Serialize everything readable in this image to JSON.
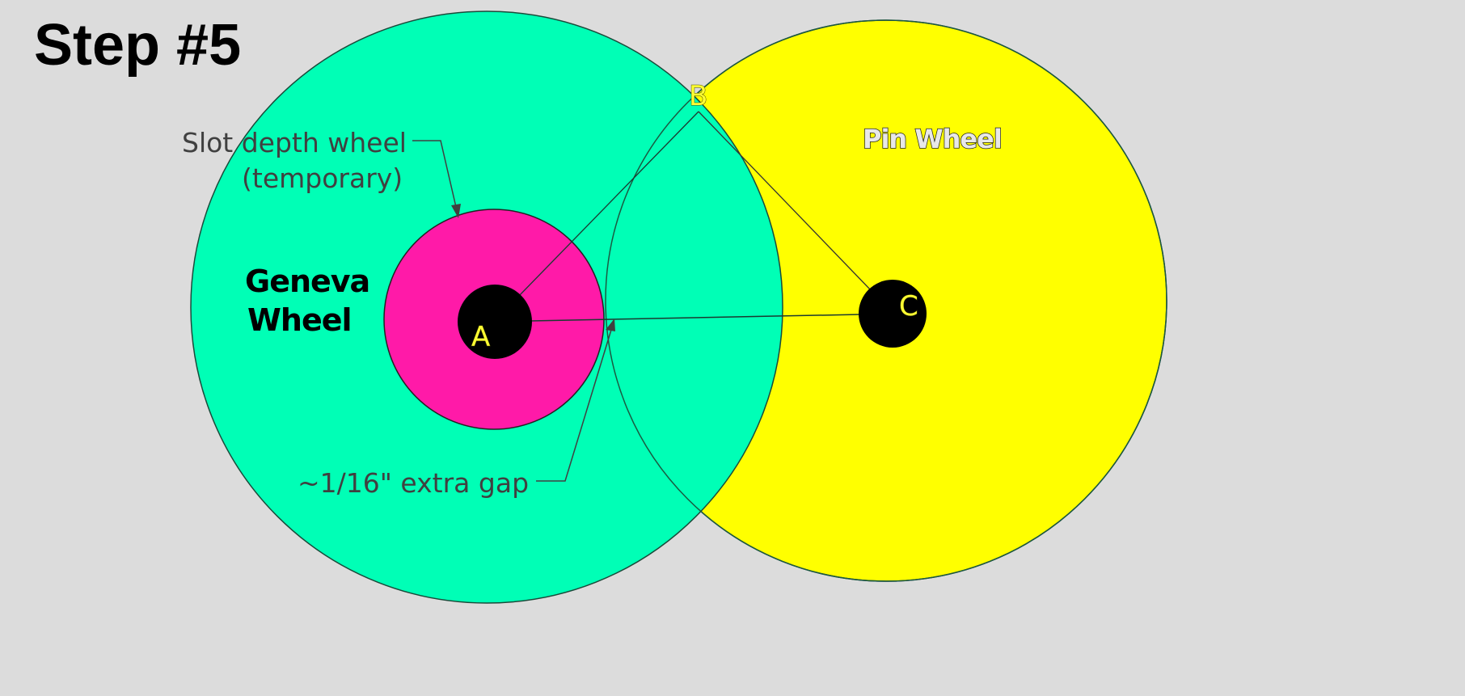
{
  "title": "Step #5",
  "colors": {
    "background": "#dcdcdc",
    "geneva_wheel": "#00ffb6",
    "pin_wheel": "#ffff00",
    "slot_depth_wheel": "#ff1aa8",
    "hub": "#000000",
    "point_label": "#ffff33",
    "annotation": "#404040"
  },
  "labels": {
    "geneva_line1": "Geneva",
    "geneva_line2": "Wheel",
    "pin_wheel": "Pin Wheel",
    "slot_depth_line1": "Slot depth wheel",
    "slot_depth_line2": "(temporary)",
    "gap_note": "~1/16\" extra gap"
  },
  "points": {
    "a": "A",
    "b": "B",
    "c": "C"
  }
}
